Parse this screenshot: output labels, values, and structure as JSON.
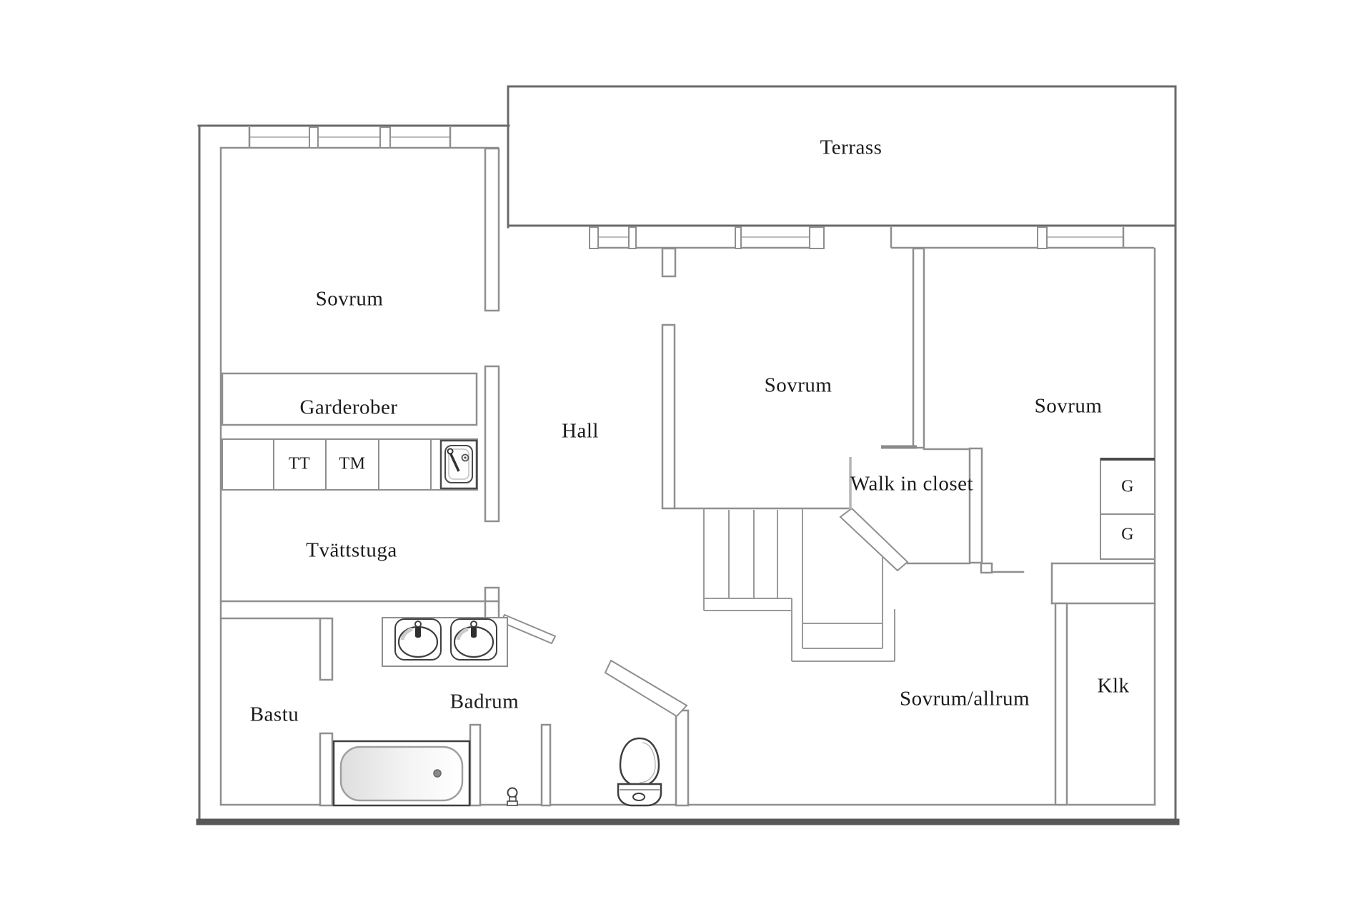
{
  "floorplan": {
    "labels": {
      "terrass": "Terrass",
      "sovrum_top_left": "Sovrum",
      "garderober": "Garderober",
      "tt": "TT",
      "tm": "TM",
      "hall": "Hall",
      "sovrum_center": "Sovrum",
      "walk_in_closet": "Walk in closet",
      "sovrum_right": "Sovrum",
      "g_upper": "G",
      "g_lower": "G",
      "tvattstuga": "Tvättstuga",
      "bastu": "Bastu",
      "badrum": "Badrum",
      "sovrum_allrum": "Sovrum/allrum",
      "klk": "Klk"
    },
    "colors": {
      "background": "#ffffff",
      "outer_wall": "#6a6a6a",
      "bottom_wall": "#585858",
      "inner_wall": "#8f8f8f",
      "light_line": "#bdbdbd",
      "fixture_line": "#3f3f3f",
      "door_line": "#8a8a8a",
      "text": "#1c1c1c",
      "tub_shade": "#dedede"
    },
    "icons": {
      "laundry_sink": "sink-icon",
      "bathroom_basins": "basin-icon",
      "bathtub": "bathtub-icon",
      "toilet": "toilet-icon",
      "shower_mixer": "shower-mixer-icon",
      "closet_door": "sliding-door-icon",
      "stairs": "staircase-icon"
    }
  }
}
